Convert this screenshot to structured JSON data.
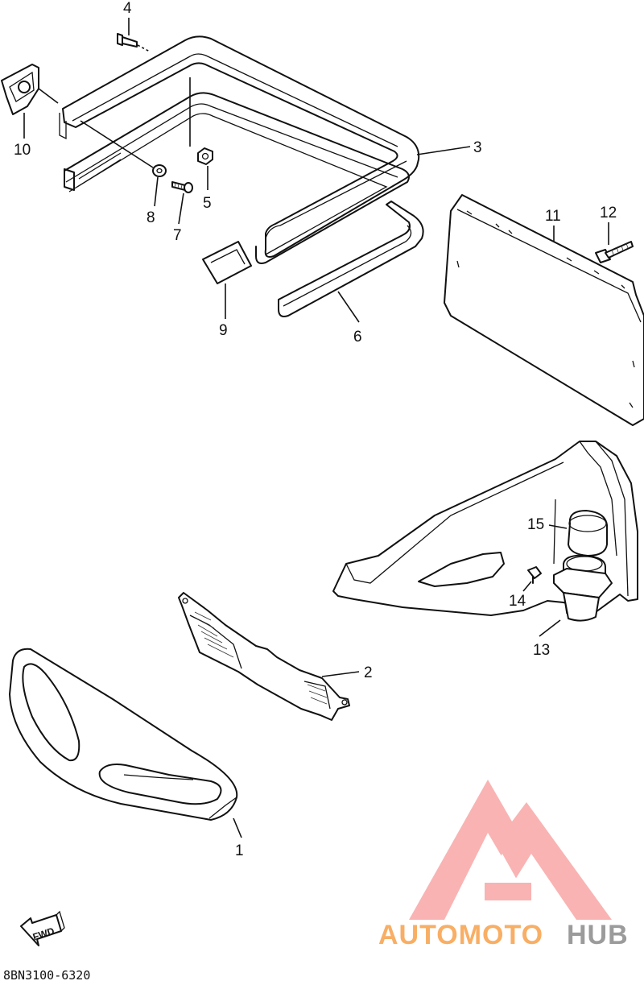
{
  "callouts": [
    {
      "id": "c1",
      "label": "1"
    },
    {
      "id": "c2",
      "label": "2"
    },
    {
      "id": "c3",
      "label": "3"
    },
    {
      "id": "c4",
      "label": "4"
    },
    {
      "id": "c5",
      "label": "5"
    },
    {
      "id": "c6",
      "label": "6"
    },
    {
      "id": "c7",
      "label": "7"
    },
    {
      "id": "c8",
      "label": "8"
    },
    {
      "id": "c9",
      "label": "9"
    },
    {
      "id": "c10",
      "label": "10"
    },
    {
      "id": "c11",
      "label": "11"
    },
    {
      "id": "c12",
      "label": "12"
    },
    {
      "id": "c13",
      "label": "13"
    },
    {
      "id": "c14",
      "label": "14"
    },
    {
      "id": "c15",
      "label": "15"
    }
  ],
  "fwd_label": "FWD",
  "diagram_code": "8BN3100-6320",
  "watermark": {
    "part1": "AUTOMOTO",
    "part2": "HUB",
    "color_primary": "#f7a04a",
    "color_secondary": "#8a8a8a",
    "logo_color": "#f25c5c"
  }
}
